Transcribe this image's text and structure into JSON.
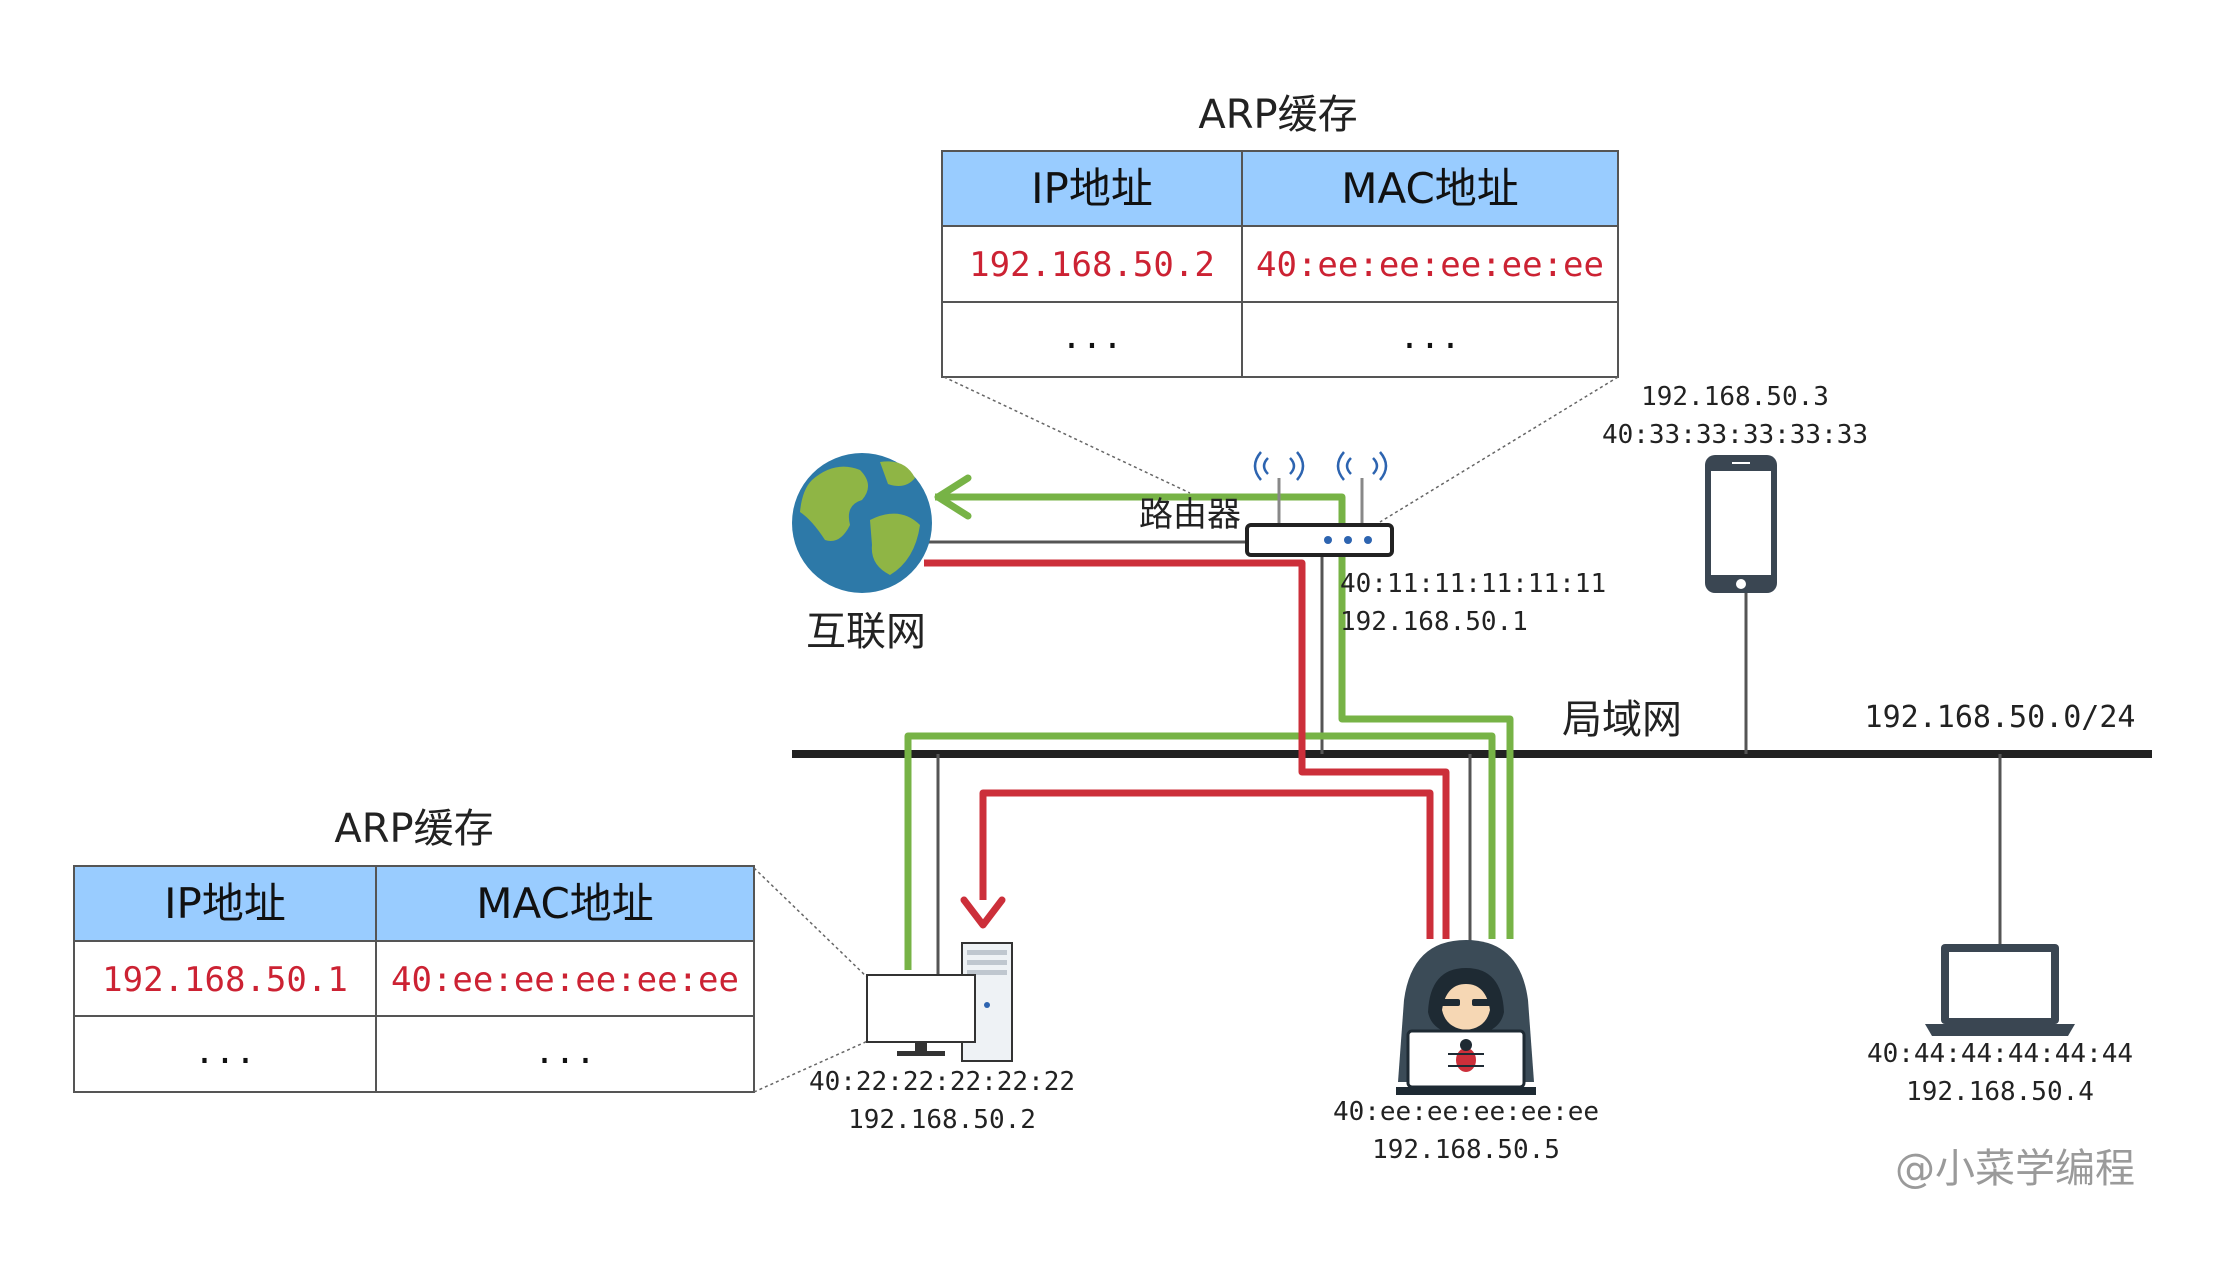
{
  "router_arp": {
    "title": "ARP缓存",
    "headers": [
      "IP地址",
      "MAC地址"
    ],
    "rows": [
      [
        "192.168.50.2",
        "40:ee:ee:ee:ee:ee"
      ],
      [
        "...",
        "..."
      ]
    ]
  },
  "host_arp": {
    "title": "ARP缓存",
    "headers": [
      "IP地址",
      "MAC地址"
    ],
    "rows": [
      [
        "192.168.50.1",
        "40:ee:ee:ee:ee:ee"
      ],
      [
        "...",
        "..."
      ]
    ]
  },
  "internet": {
    "label": "互联网"
  },
  "router": {
    "label": "路由器",
    "mac": "40:11:11:11:11:11",
    "ip": "192.168.50.1"
  },
  "phone": {
    "ip": "192.168.50.3",
    "mac": "40:33:33:33:33:33"
  },
  "lan": {
    "label": "局域网",
    "subnet": "192.168.50.0/24"
  },
  "victim": {
    "mac": "40:22:22:22:22:22",
    "ip": "192.168.50.2"
  },
  "attacker": {
    "mac": "40:ee:ee:ee:ee:ee",
    "ip": "192.168.50.5"
  },
  "laptop": {
    "mac": "40:44:44:44:44:44",
    "ip": "192.168.50.4"
  },
  "watermark": "@小菜学编程",
  "colors": {
    "header_bg": "#99ccff",
    "spoofed_text": "#cc2233",
    "green_path": "#77b346",
    "red_path": "#cc2f3a",
    "lan_line": "#222222"
  }
}
